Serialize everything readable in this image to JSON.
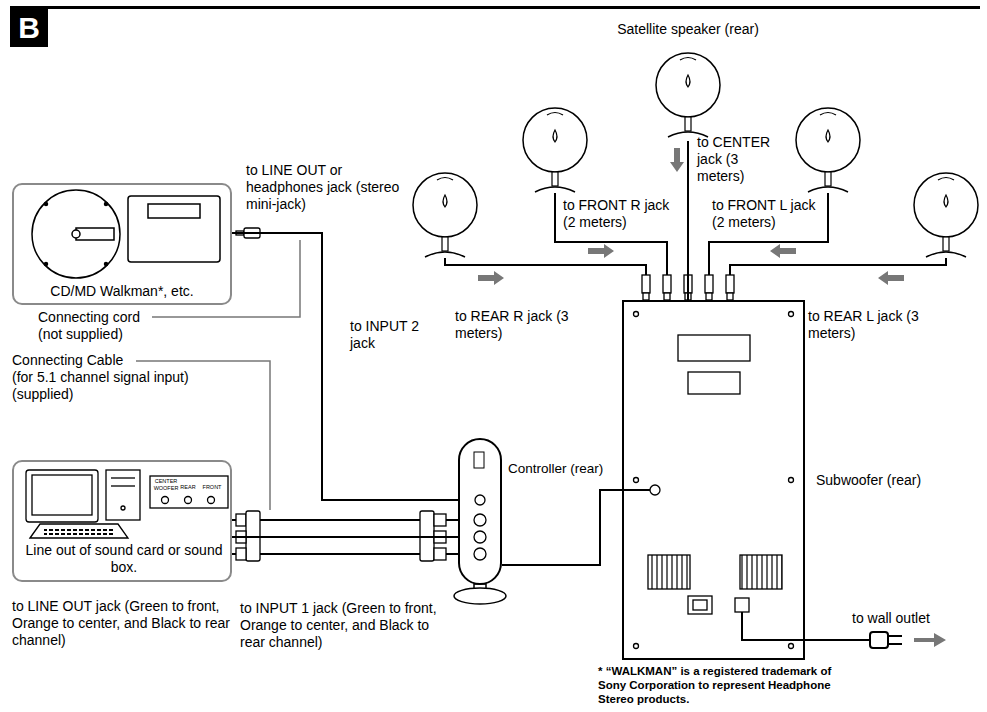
{
  "diagram": {
    "nodes": [
      {
        "text": [
          "Satellite speaker (rear)"
        ]
      },
      {
        "text": [
          "CD/MD Walkman*, etc."
        ]
      },
      {
        "text": [
          "Line out of sound card or sound box."
        ]
      },
      {
        "text": [
          "Controller (rear)"
        ]
      },
      {
        "text": [
          "Subwoofer (rear)"
        ]
      }
    ],
    "edges": [
      {
        "from": 1,
        "to": 3,
        "arrow": "none"
      },
      {
        "from": 2,
        "to": 3,
        "arrow": "none"
      },
      {
        "from": 3,
        "to": 4,
        "arrow": "none"
      },
      {
        "from": 0,
        "to": 4,
        "arrow": "none"
      }
    ],
    "labels": [
      "B",
      "to LINE OUT or headphones jack (stereo mini-jack)",
      "Connecting cord",
      "(not supplied)",
      "Connecting Cable",
      "(for 5.1 channel signal input)",
      "(supplied)",
      "to INPUT 2 jack",
      "to INPUT 1 jack (Green to front, Orange to center, and Black to rear channel)",
      "to LINE OUT jack (Green to front, Orange to center, and Black to rear channel)",
      "CENTER WOOFER",
      "REAR",
      "FRONT",
      "to FRONT R jack (2 meters)",
      "to REAR R jack (3 meters)",
      "to CENTER jack (3 meters)",
      "to FRONT L jack (2 meters)",
      "to REAR L jack (3 meters)",
      "to wall outlet",
      "* “WALKMAN” is a registered trademark of Sony Corporation to represent Headphone Stereo products."
    ]
  }
}
